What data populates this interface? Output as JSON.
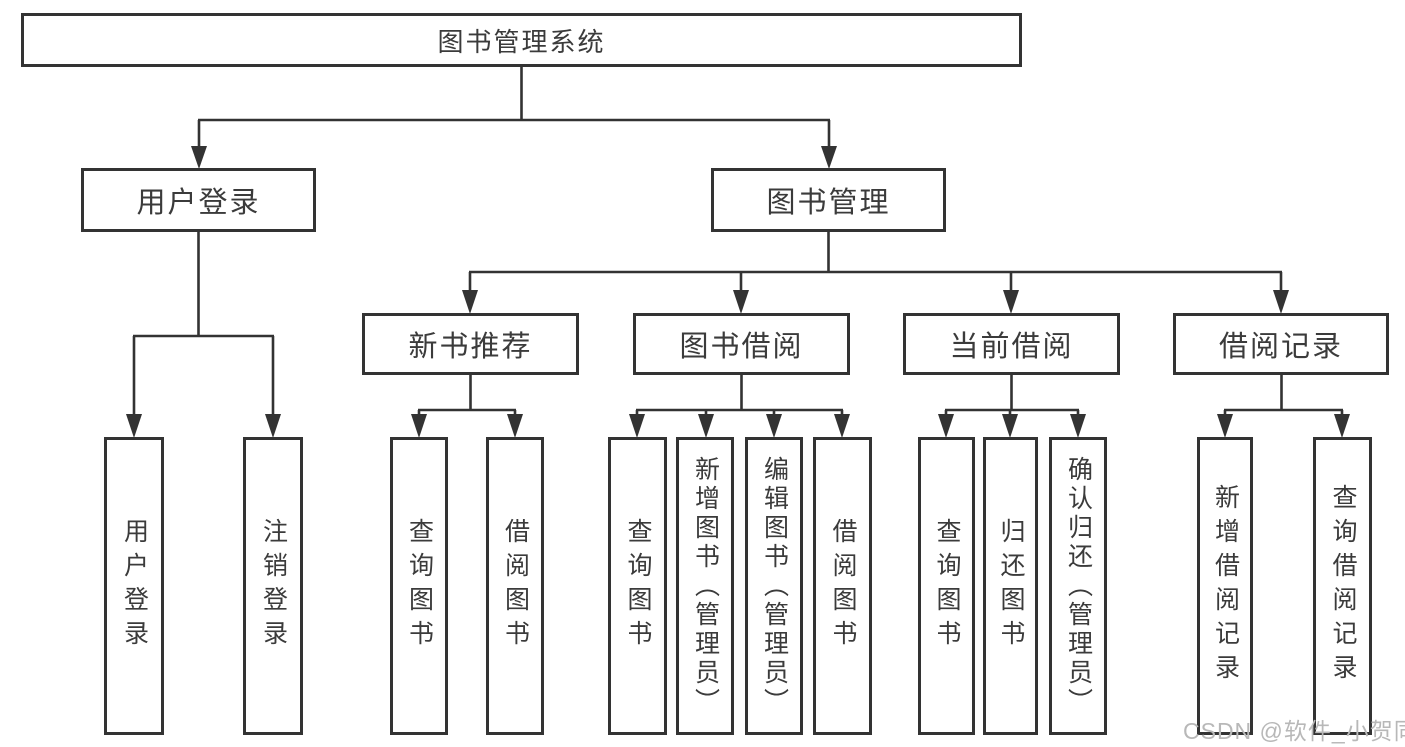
{
  "diagram": {
    "root": {
      "label": "图书管理系统"
    },
    "level2": {
      "user_login": {
        "label": "用户登录"
      },
      "book_mgmt": {
        "label": "图书管理"
      }
    },
    "level3": {
      "new_book": {
        "label": "新书推荐"
      },
      "borrow": {
        "label": "图书借阅"
      },
      "current": {
        "label": "当前借阅"
      },
      "records": {
        "label": "借阅记录"
      }
    },
    "leaves": {
      "login": {
        "label": "用户登录"
      },
      "logout": {
        "label": "注销登录"
      },
      "nb_query": {
        "label": "查询图书"
      },
      "nb_borrow": {
        "label": "借阅图书"
      },
      "bb_query": {
        "label": "查询图书"
      },
      "bb_add": {
        "label": "新增图书（管理员）"
      },
      "bb_edit": {
        "label": "编辑图书（管理员）"
      },
      "bb_borrow": {
        "label": "借阅图书"
      },
      "cb_query": {
        "label": "查询图书"
      },
      "cb_return": {
        "label": "归还图书"
      },
      "cb_confirm": {
        "label": "确认归还（管理员）"
      },
      "rec_add": {
        "label": "新增借阅记录"
      },
      "rec_query": {
        "label": "查询借阅记录"
      }
    },
    "watermark": "CSDN @软件_小贺同学",
    "colors": {
      "line": "#333333",
      "text": "#3b3b3b",
      "watermark": "#b8b8b8"
    }
  }
}
